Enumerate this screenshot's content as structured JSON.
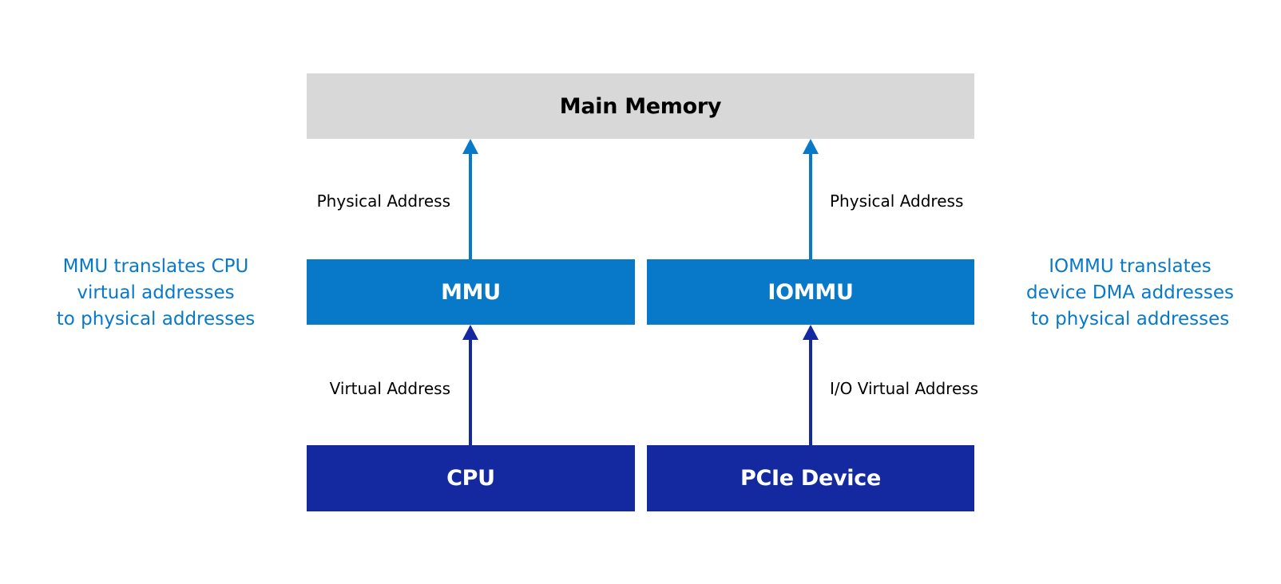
{
  "colors": {
    "memory_fill": "#d8d8d8",
    "translator_fill": "#0878c8",
    "source_fill": "#1428a0",
    "physical_arrow": "#0878c8",
    "virtual_arrow": "#1428a0",
    "note_text": "#0878c8",
    "label_text": "#000000"
  },
  "boxes": {
    "memory": "Main Memory",
    "mmu": "MMU",
    "iommu": "IOMMU",
    "cpu": "CPU",
    "pcie": "PCIe Device"
  },
  "edges": {
    "mmu_to_memory": "Physical Address",
    "iommu_to_memory": "Physical Address",
    "cpu_to_mmu": "Virtual Address",
    "pcie_to_iommu": "I/O Virtual Address"
  },
  "notes": {
    "left": [
      "MMU translates CPU",
      "virtual addresses",
      "to physical addresses"
    ],
    "right": [
      "IOMMU translates",
      "device DMA addresses",
      "to physical addresses"
    ]
  }
}
